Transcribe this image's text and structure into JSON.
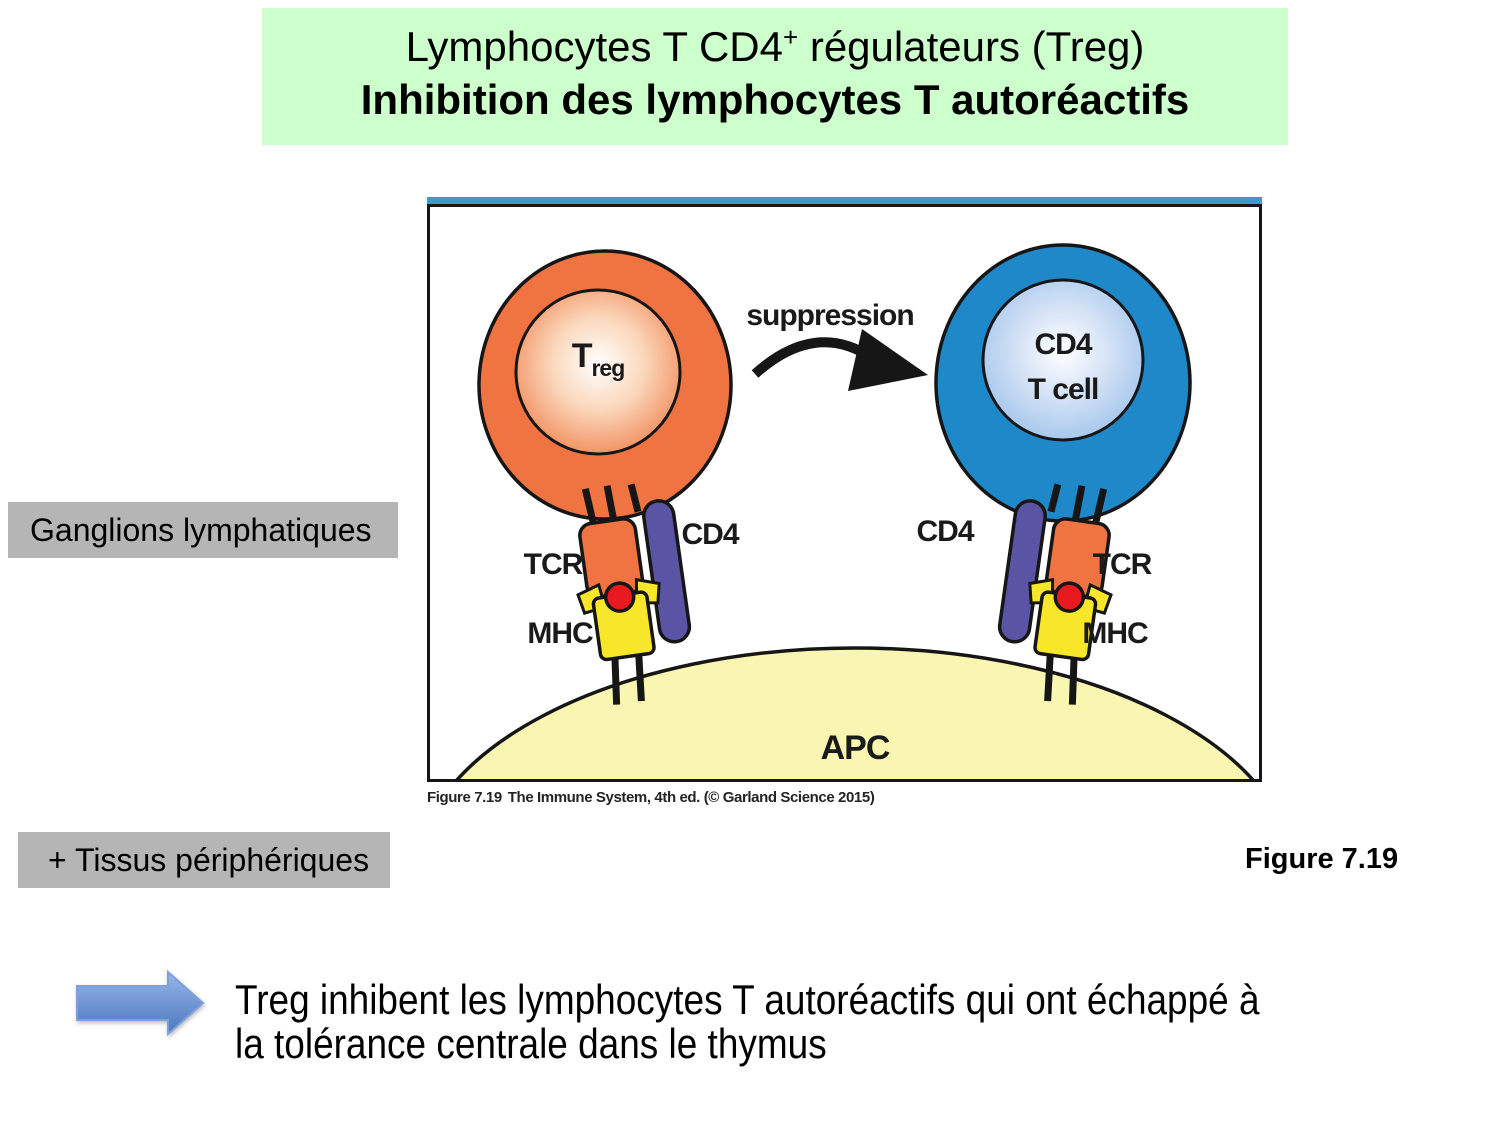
{
  "title": {
    "line1_prefix": "Lymphocytes T CD4",
    "line1_sup": "+",
    "line1_suffix": " régulateurs (Treg)",
    "line2": "Inhibition des lymphocytes T autoréactifs"
  },
  "side_labels": {
    "lymph_nodes": "Ganglions lymphatiques",
    "peripheral_tissues": "+ Tissus périphériques"
  },
  "figure": {
    "suppression_label": "suppression",
    "treg_main": "T",
    "treg_sub": "reg",
    "cd4_cell_line1": "CD4",
    "cd4_cell_line2": "T cell",
    "left_tcr": "TCR",
    "left_cd4": "CD4",
    "left_mhc": "MHC",
    "right_tcr": "TCR",
    "right_cd4": "CD4",
    "right_mhc": "MHC",
    "apc_label": "APC",
    "caption_fig": "Figure 7.19",
    "caption_rest": "The Immune System, 4th ed. (© Garland Science 2015)"
  },
  "figure_ref": "Figure 7.19",
  "note": {
    "line1": "Treg inhibent les lymphocytes T autoréactifs qui ont échappé à",
    "line2": "la tolérance centrale dans le thymus"
  },
  "colors": {
    "title_bg": "#ccffcc",
    "side_label_bg": "#b5b5b5",
    "panel_strip": "#3a9cc9",
    "treg_cell": "#ef7441",
    "cd4_cell": "#1e88c9",
    "cd4_receptor": "#5b54a5",
    "mhc": "#f8e62b",
    "peptide": "#e8191f",
    "apc": "#f9f6b2",
    "note_arrow": "#4b76bd"
  }
}
